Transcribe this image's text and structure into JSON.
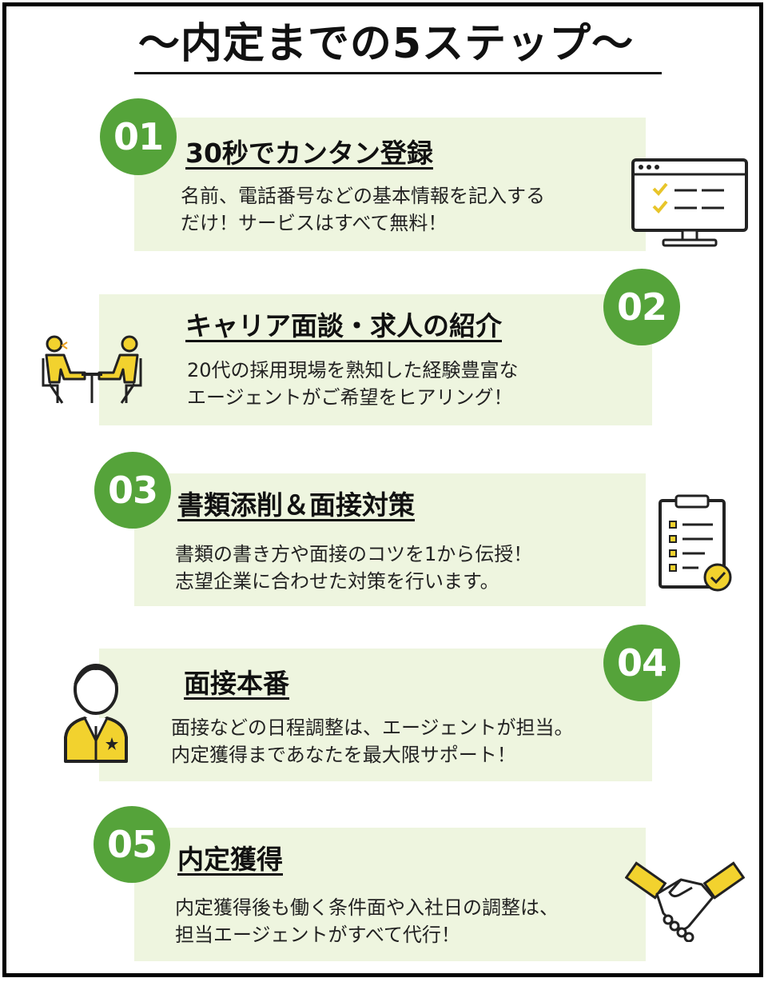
{
  "title": "〜内定までの5ステップ〜",
  "colors": {
    "accent": "#55a33a",
    "card": "#eef5df",
    "icon_yellow": "#f2d22e"
  },
  "steps": [
    {
      "number": "01",
      "title": "30秒でカンタン登録",
      "desc": [
        "名前、電話番号などの基本情報を記入する",
        "だけ！サービスはすべて無料！"
      ],
      "icon": "computer-checklist-icon"
    },
    {
      "number": "02",
      "title": "キャリア面談・求人の紹介",
      "desc": [
        "20代の採用現場を熟知した経験豊富な",
        "エージェントがご希望をヒアリング！"
      ],
      "icon": "interview-meeting-icon"
    },
    {
      "number": "03",
      "title": "書類添削＆面接対策",
      "desc": [
        "書類の書き方や面接のコツを1から伝授！",
        "志望企業に合わせた対策を行います。"
      ],
      "icon": "clipboard-checklist-icon"
    },
    {
      "number": "04",
      "title": "面接本番",
      "desc": [
        "面接などの日程調整は、エージェントが担当。",
        "内定獲得まであなたを最大限サポート！"
      ],
      "icon": "business-person-icon"
    },
    {
      "number": "05",
      "title": "内定獲得",
      "desc": [
        "内定獲得後も働く条件面や入社日の調整は、",
        "担当エージェントがすべて代行！"
      ],
      "icon": "handshake-icon"
    }
  ]
}
